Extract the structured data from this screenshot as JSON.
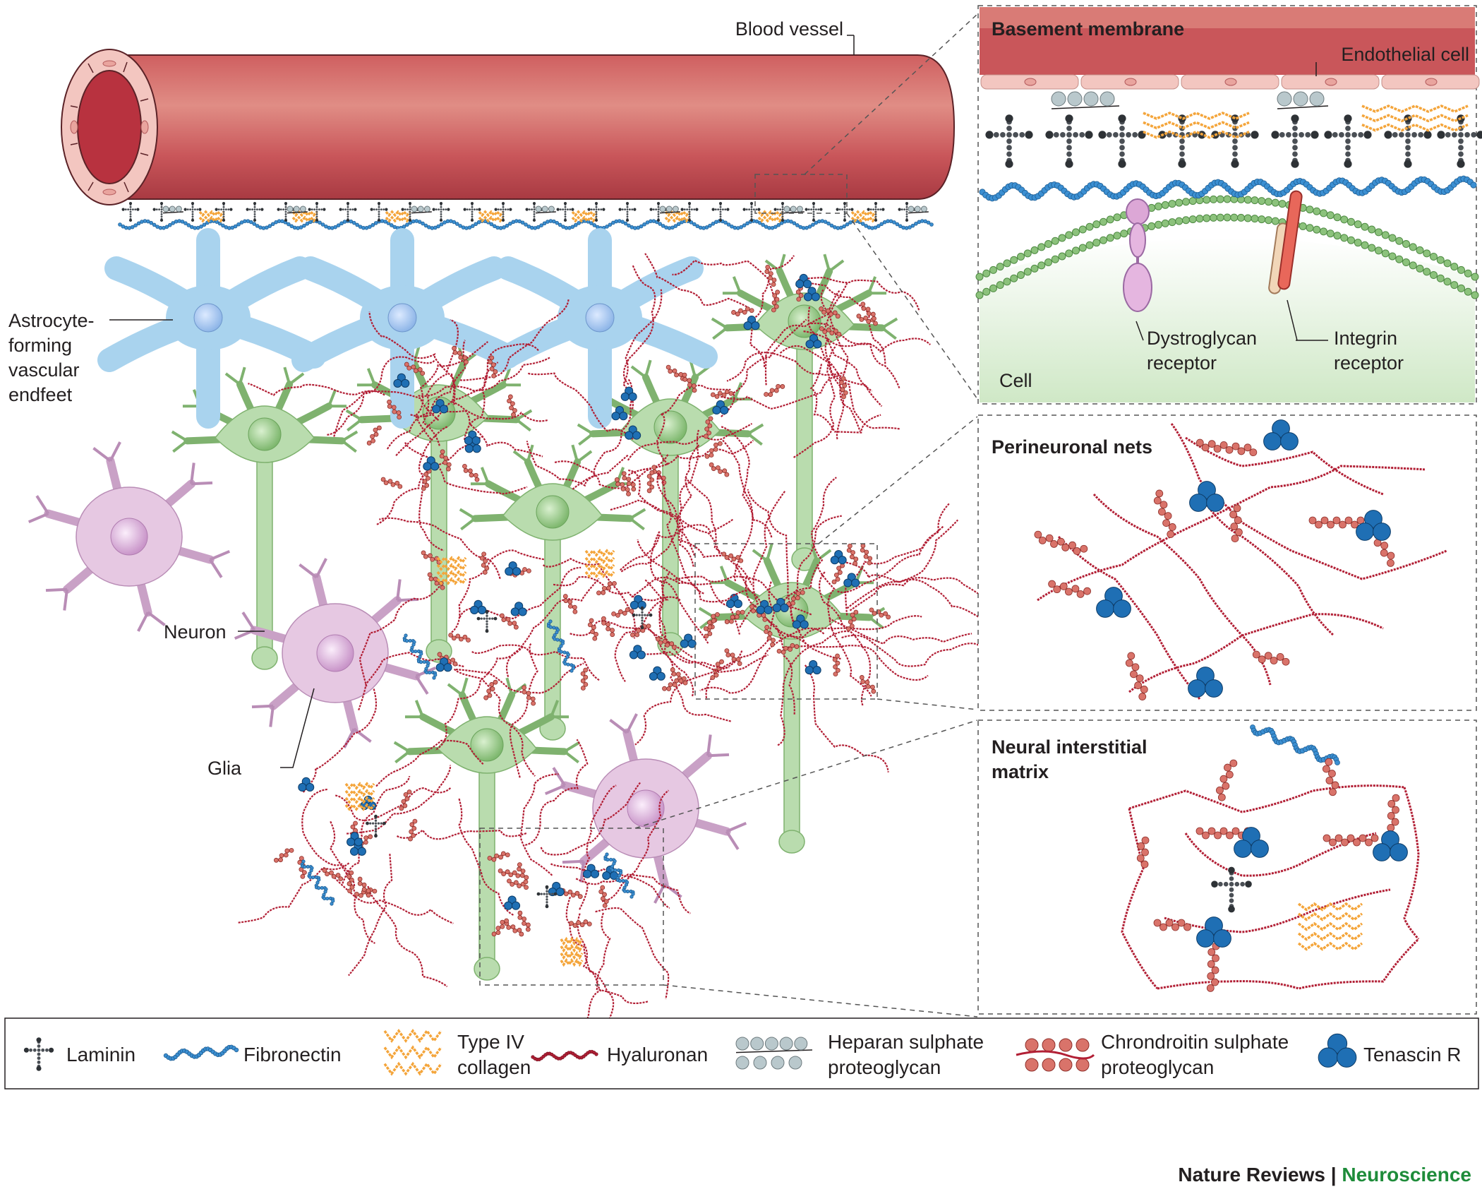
{
  "labels": {
    "blood_vessel": "Blood vessel",
    "astrocyte_lines": [
      "Astrocyte-",
      "forming",
      "vascular",
      "endfeet"
    ],
    "neuron": "Neuron",
    "glia": "Glia"
  },
  "panels": {
    "basement": {
      "title": "Basement membrane",
      "endothelial": "Endothelial cell",
      "dystroglycan_lines": [
        "Dystroglycan",
        "receptor"
      ],
      "integrin_lines": [
        "Integrin",
        "receptor"
      ],
      "cell": "Cell"
    },
    "perineuronal": {
      "title": "Perineuronal nets"
    },
    "interstitial": {
      "title_lines": [
        "Neural interstitial",
        "matrix"
      ]
    }
  },
  "legend": {
    "laminin": "Laminin",
    "fibronectin": "Fibronectin",
    "collagen_lines": [
      "Type IV",
      "collagen"
    ],
    "hyaluronan": "Hyaluronan",
    "heparan_lines": [
      "Heparan sulphate",
      "proteoglycan"
    ],
    "chondroitin_lines": [
      "Chrondroitin sulphate",
      "proteoglycan"
    ],
    "tenascin": "Tenascin R"
  },
  "footer": {
    "journal": "Nature Reviews",
    "separator": " | ",
    "section": "Neuroscience"
  },
  "colors": {
    "vessel": "#c24a50",
    "vessel_light": "#e2958e",
    "endothelial": "#f3c6c0",
    "astrocyte": "#a9d3ee",
    "astro_nucleus": "#8fb6e8",
    "neuron": "#b9dcae",
    "neuron_nucleus": "#8cc27c",
    "glia": "#e6c8e2",
    "glia_nucleus": "#d2a3d2",
    "hyaluronan": "#b21f35",
    "cspg": "#d9736a",
    "tenascin": "#1f6fb4",
    "fibronectin": "#3b8fd2",
    "collagen": "#f4a53b",
    "laminin": "#4a4f55",
    "heparan": "#b9c8cc",
    "membrane_green": "#8cc27c",
    "brand_green": "#1e8c3a"
  }
}
